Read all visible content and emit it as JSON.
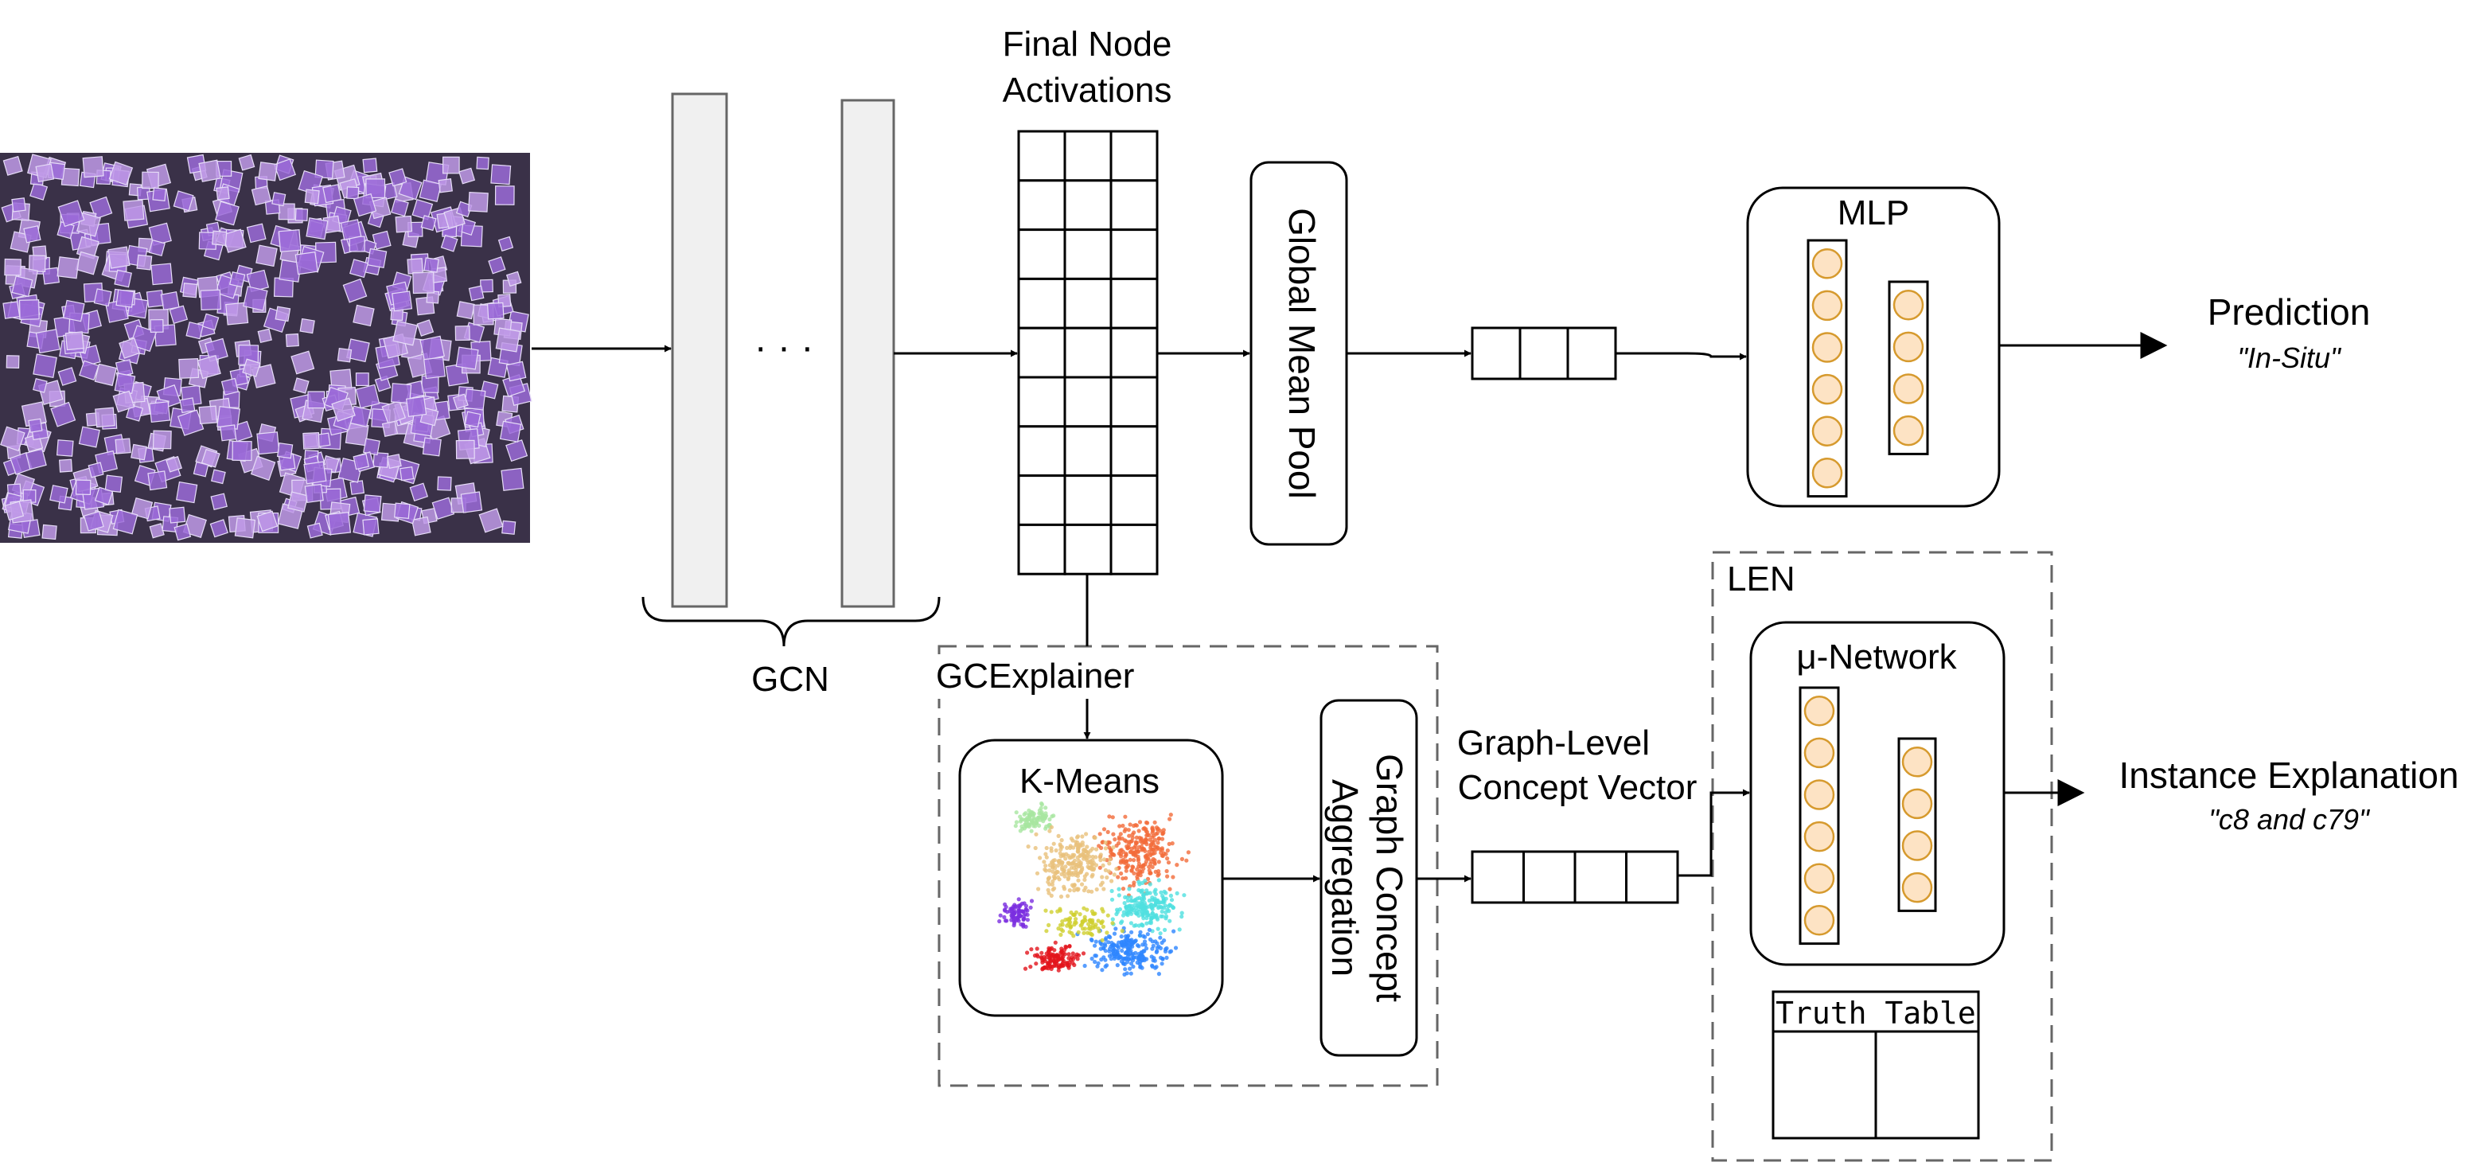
{
  "gcn": {
    "ellipsis": "· · ·",
    "label": "GCN"
  },
  "activations": {
    "title_line1": "Final Node",
    "title_line2": "Activations"
  },
  "pool": {
    "label": "Global Mean Pool"
  },
  "mlp": {
    "title": "MLP"
  },
  "prediction": {
    "label": "Prediction",
    "value": "\"In-Situ\""
  },
  "gcexplainer": {
    "label": "GCExplainer"
  },
  "kmeans": {
    "label": "K-Means"
  },
  "aggregation": {
    "line1": "Graph Concept",
    "line2": "Aggregation"
  },
  "concept_vector": {
    "line1": "Graph-Level",
    "line2": "Concept Vector"
  },
  "len": {
    "label": "LEN"
  },
  "mu_network": {
    "title": "μ-Network"
  },
  "truth_table": {
    "title": "Truth Table"
  },
  "explanation": {
    "label": "Instance Explanation",
    "value": "\"c8 and c79\""
  },
  "colors": {
    "tissue_bg": "#3a3148",
    "cell_fill": "#9b6bd8",
    "neuron_fill": "#fde3c4",
    "neuron_stroke": "#d69a2e",
    "gcn_fill": "#f0f0f0",
    "dashed": "#666666",
    "cluster_palette": [
      "#f26b3a",
      "#a8e6a0",
      "#e8c07a",
      "#4fe0e0",
      "#2e86ff",
      "#e2141c",
      "#7a2ee0",
      "#cfcf30"
    ]
  }
}
